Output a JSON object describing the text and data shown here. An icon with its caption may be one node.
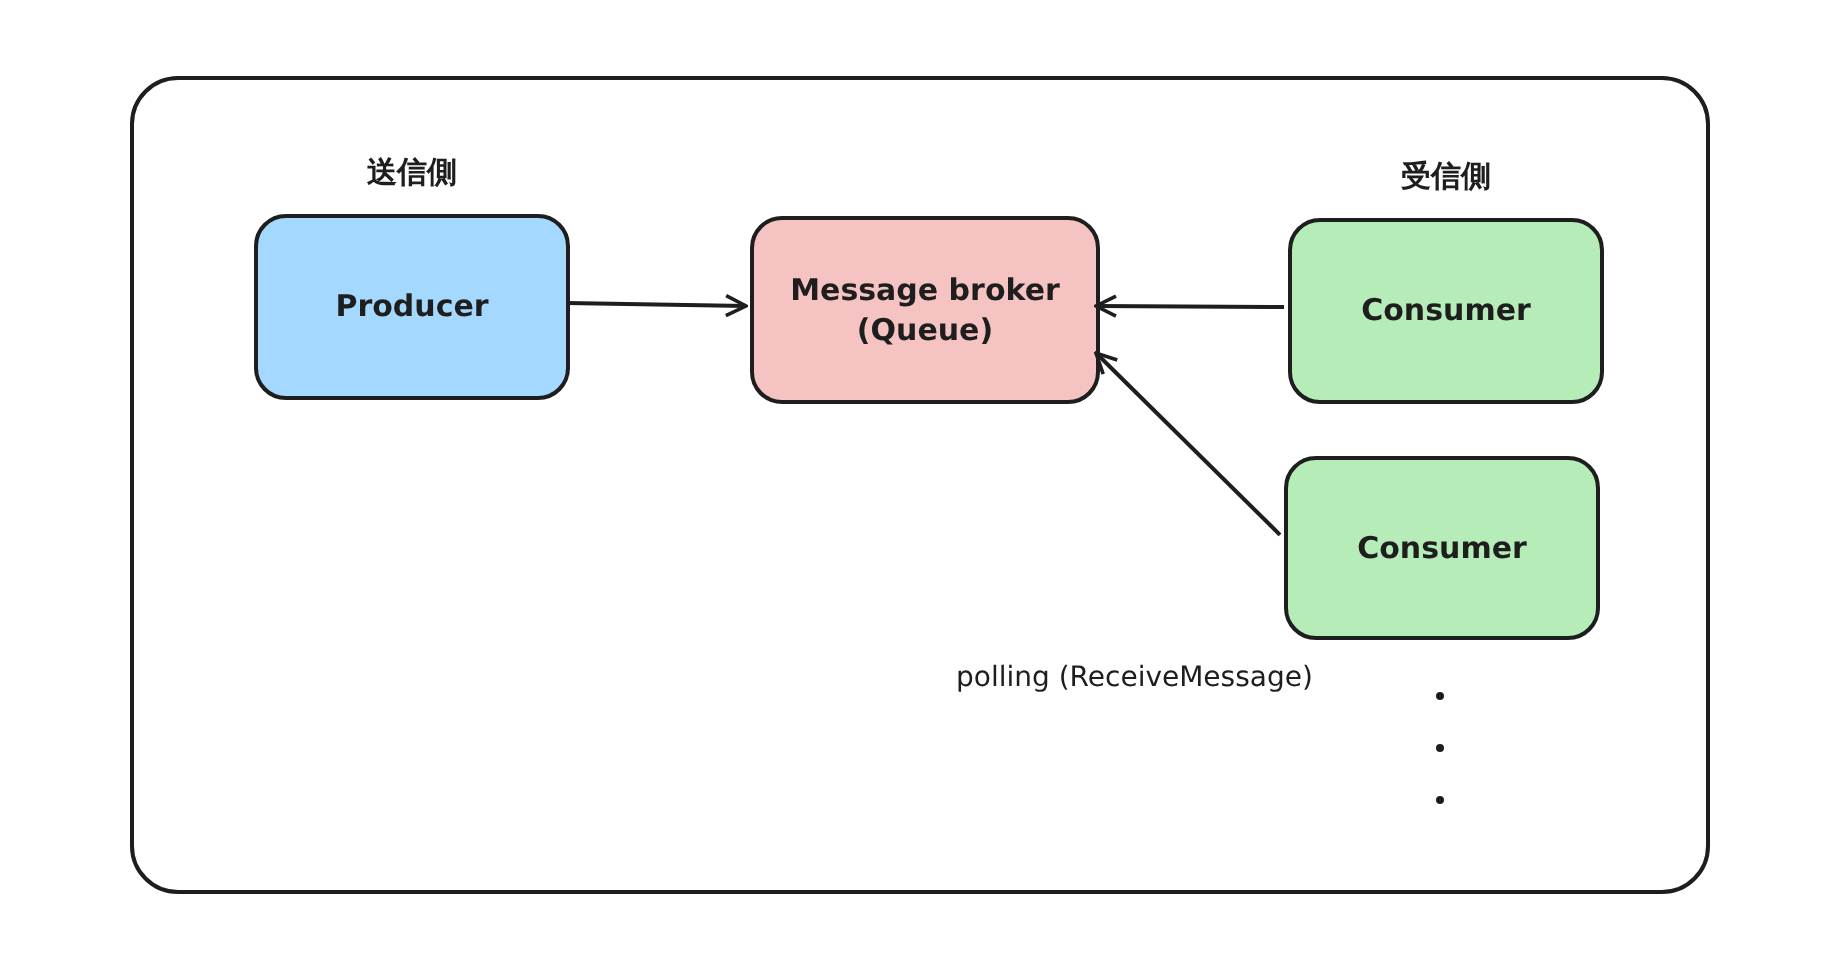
{
  "diagram": {
    "nodes": [
      {
        "text": [],
        "shape": "box"
      },
      {
        "text": [
          "送信側",
          "Producer"
        ],
        "in": 0
      },
      {
        "text": [
          "Message broker (Queue)"
        ],
        "in": 0
      },
      {
        "text": [
          "受信側",
          "Consumer"
        ],
        "in": 0
      },
      {
        "text": [
          "Consumer"
        ],
        "in": 0
      }
    ],
    "edges": [
      {
        "from": 1,
        "to": 2,
        "arrow": "to"
      },
      {
        "from": 3,
        "to": 2,
        "arrow": "to"
      },
      {
        "from": 4,
        "to": 2,
        "arrow": "to"
      }
    ],
    "labels": [
      "polling (ReceiveMessage)"
    ]
  }
}
